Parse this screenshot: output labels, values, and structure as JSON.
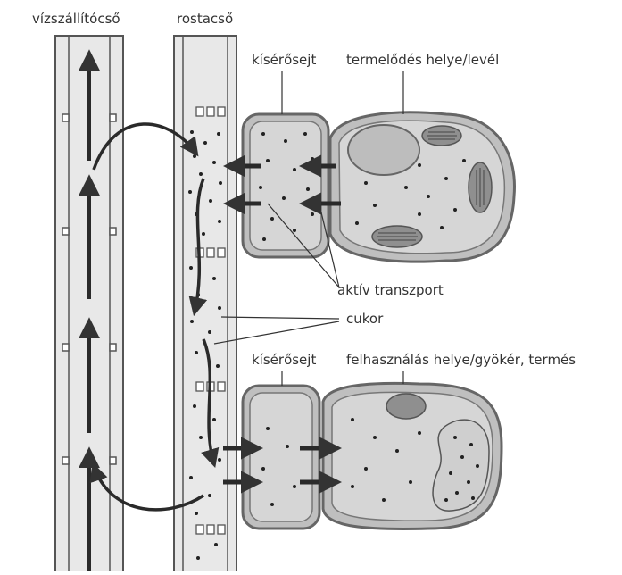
{
  "labels": {
    "xylem": "vízszállítócső",
    "phloem": "rostacső",
    "companion_top": "kísérősejt",
    "source": "termelődés helye/levél",
    "active_transport": "aktív transzport",
    "sugar": "cukor",
    "companion_bottom": "kísérősejt",
    "sink": "felhasználás helye/gyökér, termés"
  }
}
